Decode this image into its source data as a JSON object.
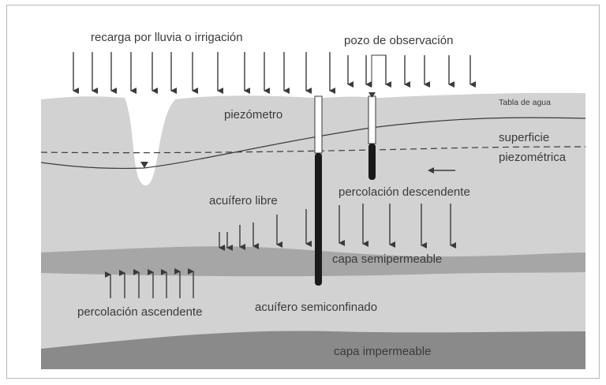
{
  "labels": {
    "recharge": "recarga por lluvia o irrigación",
    "observation_well": "pozo de observación",
    "water_table": "Tabla de agua",
    "piezometer": "piezómetro",
    "piezometric_surface_line1": "superficie",
    "piezometric_surface_line2": "piezométrica",
    "downward_percolation": "percolación descendente",
    "unconfined_aquifer": "acuífero libre",
    "semipermeable_layer": "capa semipermeable",
    "upward_percolation": "percolación ascendente",
    "semiconfined_aquifer": "acuífero semiconfinado",
    "impermeable_layer": "capa impermeable"
  },
  "colors": {
    "unconfined_aquifer": "#d2d2d2",
    "semipermeable_layer": "#a6a6a6",
    "semiconfined_aquifer": "#d2d2d2",
    "impermeable_layer": "#8a8a8a",
    "lines": "#3a3a3a",
    "well": "#1a1a1a"
  }
}
